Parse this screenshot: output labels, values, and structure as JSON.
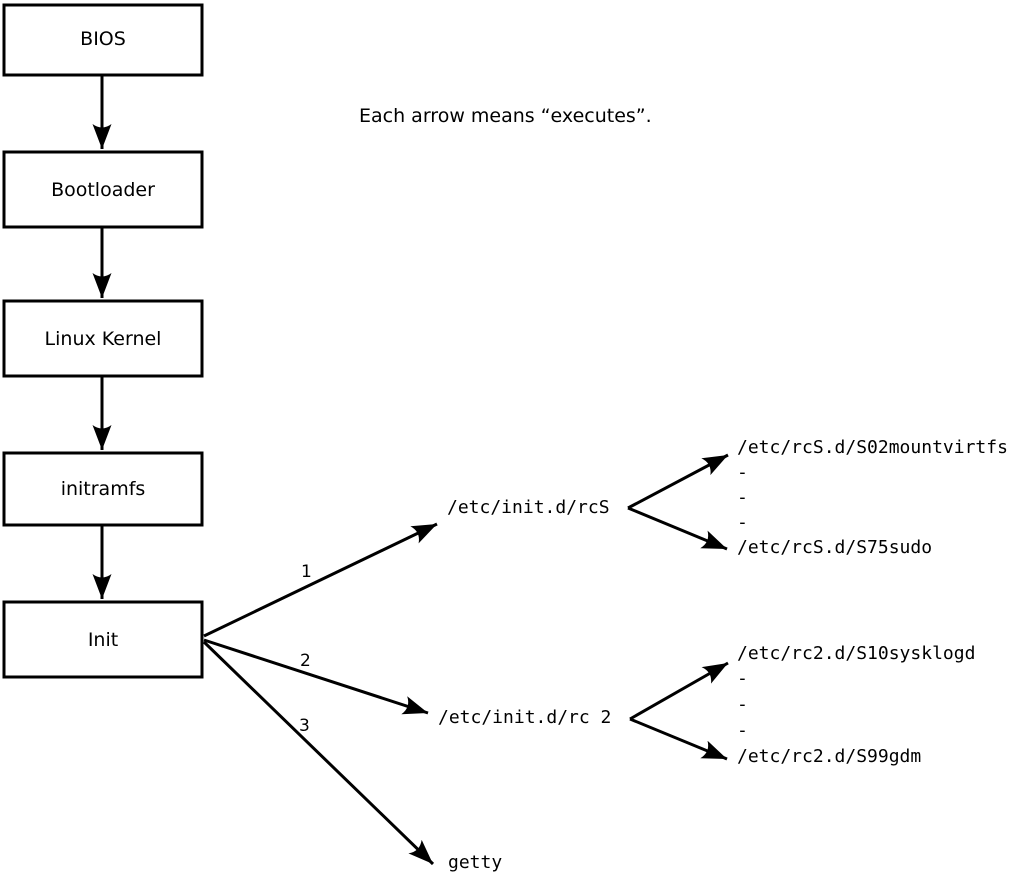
{
  "note": "Each arrow means “executes”.",
  "boxes": [
    {
      "label": "BIOS"
    },
    {
      "label": "Bootloader"
    },
    {
      "label": "Linux Kernel"
    },
    {
      "label": "initramfs"
    },
    {
      "label": "Init"
    }
  ],
  "branches": [
    {
      "number": "1",
      "target": "/etc/init.d/rcS"
    },
    {
      "number": "2",
      "target": "/etc/init.d/rc 2"
    },
    {
      "number": "3",
      "target": "getty"
    }
  ],
  "rcS_scripts": [
    "/etc/rcS.d/S02mountvirtfs",
    "-",
    "-",
    "-",
    "/etc/rcS.d/S75sudo"
  ],
  "rc2_scripts": [
    "/etc/rc2.d/S10sysklogd",
    "-",
    "-",
    "-",
    "/etc/rc2.d/S99gdm"
  ],
  "colors": {
    "ink": "#000000",
    "background": "#ffffff"
  }
}
